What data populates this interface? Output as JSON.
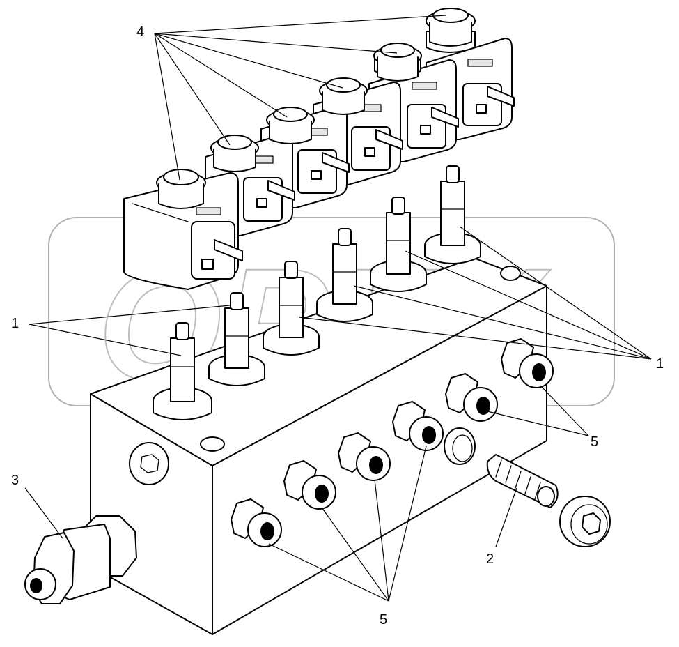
{
  "callouts": [
    {
      "id": "cv1",
      "label": "1"
    },
    {
      "id": "cv2",
      "label": "1"
    },
    {
      "id": "cv3",
      "label": "2"
    },
    {
      "id": "cv4",
      "label": "3"
    },
    {
      "id": "cv5",
      "label": "4"
    },
    {
      "id": "cv6",
      "label": "5"
    },
    {
      "id": "cv7",
      "label": "5"
    }
  ],
  "watermark": {
    "text": "OPEX"
  },
  "colors": {
    "line": "#000000",
    "background": "#ffffff",
    "watermark": "#bdbdbd"
  }
}
